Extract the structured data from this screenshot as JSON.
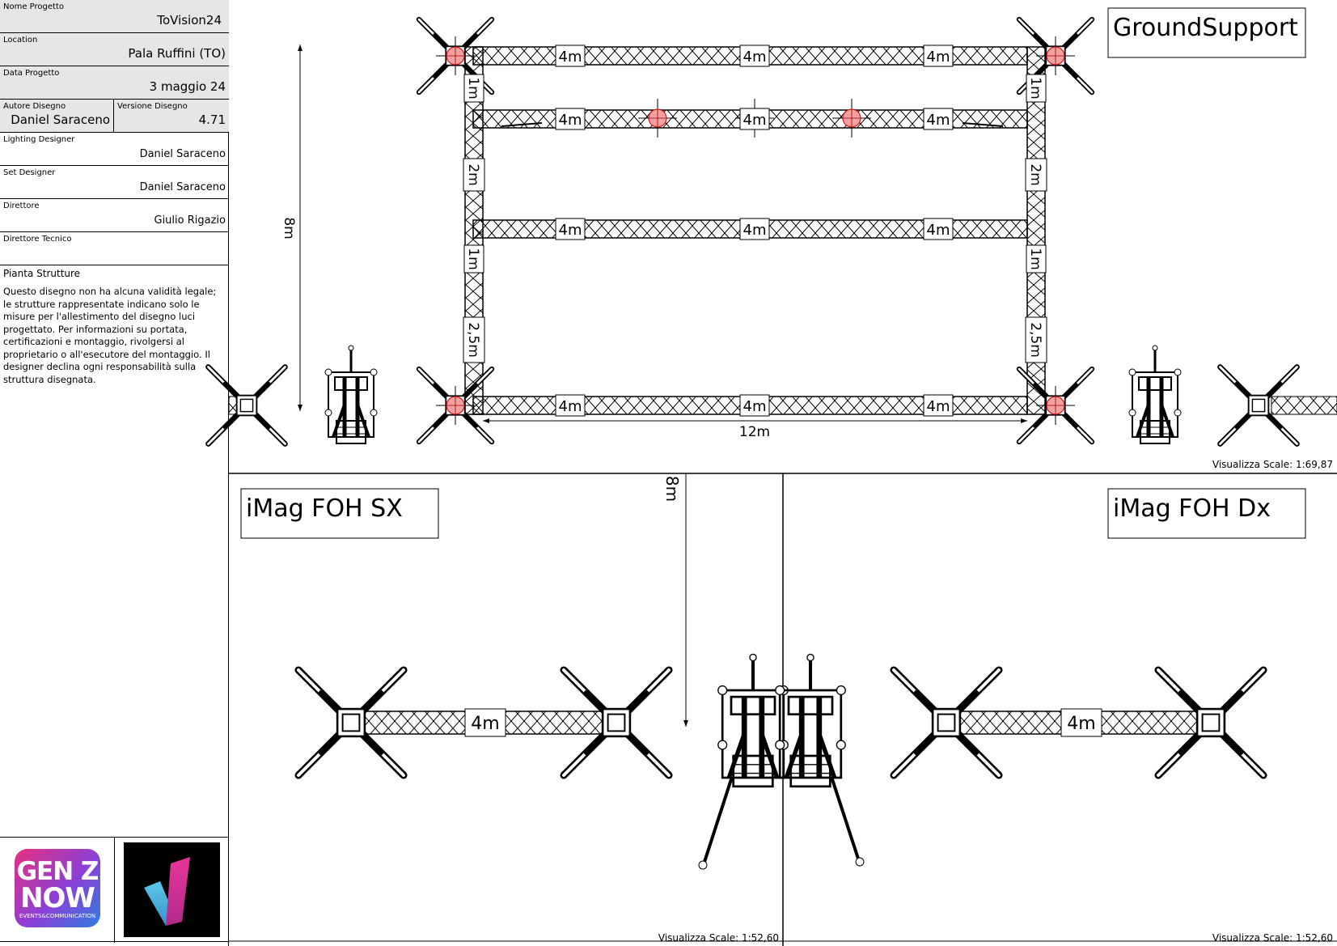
{
  "title_block": {
    "project_name": {
      "label": "Nome Progetto",
      "value": "ToVision24"
    },
    "location": {
      "label": "Location",
      "value": "Pala Ruffini (TO)"
    },
    "project_date": {
      "label": "Data Progetto",
      "value": "3 maggio 24"
    },
    "author": {
      "label": "Autore Disegno",
      "value": "Daniel Saraceno"
    },
    "version": {
      "label": "Versione Disegno",
      "value": "4.71"
    },
    "lighting_designer": {
      "label": "Lighting Designer",
      "value": "Daniel Saraceno"
    },
    "set_designer": {
      "label": "Set Designer",
      "value": "Daniel Saraceno"
    },
    "director": {
      "label": "Direttore",
      "value": "Giulio Rigazio"
    },
    "technical_director": {
      "label": "Direttore Tecnico",
      "value": ""
    }
  },
  "notes": {
    "title": "Pianta Strutture",
    "body": "Questo disegno non ha alcuna validità legale; le strutture rappresentate indicano solo le misure per l'allestimento del disegno luci progettato. Per informazioni su portata, certificazioni e montaggio, rivolgersi al proprietario o all'esecutore del montaggio. Il designer declina ogni responsabilità sulla struttura disegnata."
  },
  "logos": {
    "genz": {
      "line1": "GEN Z",
      "line2": "NOW",
      "tagline": "EVENTS&COMMUNICATION"
    }
  },
  "views": {
    "groundsupport": {
      "title": "GroundSupport",
      "scale": "Visualizza Scale: 1:69,87",
      "segment_label": "4m",
      "vertical_labels": [
        "1m",
        "2m",
        "1m",
        "2,5m"
      ],
      "width_dim": "12m",
      "height_dim": "8m"
    },
    "foh_sx": {
      "title": "iMag FOH SX",
      "scale": "Visualizza Scale: 1:52,60",
      "segment_label": "4m",
      "height_dim": "8m"
    },
    "foh_dx": {
      "title": "iMag FOH Dx",
      "scale": "Visualizza Scale: 1:52,60",
      "segment_label": "4m"
    }
  },
  "colors": {
    "hoist": "#f4a0a0",
    "truss": "#000000",
    "logo_bg": "#000000"
  }
}
